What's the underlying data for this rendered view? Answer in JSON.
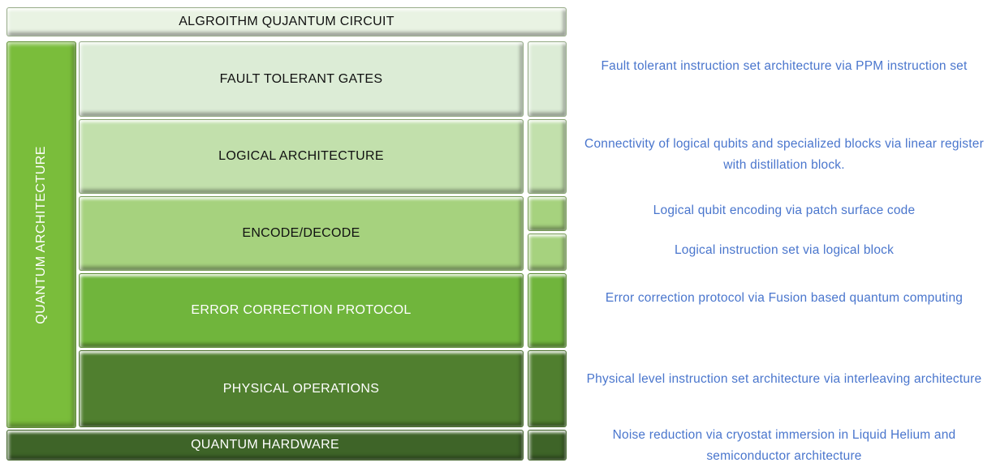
{
  "colors": {
    "annotation_blue": "#4a76cd",
    "vertical_bar_green": "#7abd3b",
    "top_bar_green": "#e9f3e3",
    "layer1_green": "#dcecd6",
    "layer2_green": "#c2e0ac",
    "layer3_green": "#a6d27e",
    "layer4_green": "#70b53c",
    "layer5_green": "#507f2f",
    "bottom_bar_green": "#3e6428"
  },
  "diagram": {
    "top_bar_label": "ALGROITHM QUJANTUM CIRCUIT",
    "vertical_bar_label": "QUANTUM ARCHITECTURE",
    "layers": [
      {
        "label": "FAULT TOLERANT GATES"
      },
      {
        "label": "LOGICAL ARCHITECTURE"
      },
      {
        "label": "ENCODE/DECODE"
      },
      {
        "label": "ERROR CORRECTION PROTOCOL"
      },
      {
        "label": "PHYSICAL OPERATIONS"
      }
    ],
    "bottom_bar_label": "QUANTUM HARDWARE"
  },
  "annotations": [
    {
      "text": "Fault tolerant instruction set architecture via PPM instruction set"
    },
    {
      "text": "Connectivity of logical qubits and specialized blocks via linear register with distillation block."
    },
    {
      "text": "Logical qubit encoding via patch surface code"
    },
    {
      "text": "Logical instruction set via logical block"
    },
    {
      "text": "Error correction protocol via Fusion based quantum computing"
    },
    {
      "text": "Physical level instruction set architecture via interleaving architecture"
    },
    {
      "text": "Noise reduction via cryostat immersion in Liquid Helium and semiconductor architecture"
    }
  ]
}
